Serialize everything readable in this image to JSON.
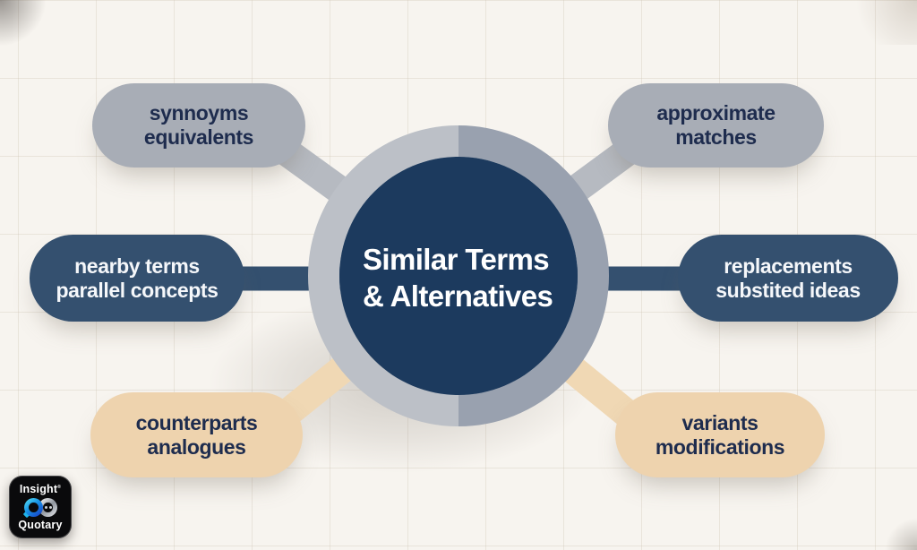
{
  "background": {
    "color": "#f7f4ef",
    "grid_line_color": "#e6e0d6"
  },
  "center": {
    "line1": "Similar Terms",
    "line2": "& Alternatives",
    "circle_color": "#1c3a5e",
    "ring_left_color": "#bcc0c7",
    "ring_right_color": "#99a1af",
    "text_color": "#ffffff"
  },
  "nodes": [
    {
      "id": "top-left",
      "lines": [
        "synnoyms",
        "equivalents"
      ],
      "fill": "#a8adb6",
      "text_color": "#1e2c4e",
      "connector_color": "#b6bac1"
    },
    {
      "id": "top-right",
      "lines": [
        "approximate",
        "matches"
      ],
      "fill": "#a8adb6",
      "text_color": "#1e2c4e",
      "connector_color": "#b6bac1"
    },
    {
      "id": "middle-left",
      "lines": [
        "nearby terms",
        "parallel concepts"
      ],
      "fill": "#34506f",
      "text_color": "#f5f7fa",
      "connector_color": "#34506f"
    },
    {
      "id": "middle-right",
      "lines": [
        "replacements",
        "substited ideas"
      ],
      "fill": "#34506f",
      "text_color": "#f5f7fa",
      "connector_color": "#34506f"
    },
    {
      "id": "bottom-left",
      "lines": [
        "counterparts",
        "analogues"
      ],
      "fill": "#eed3ae",
      "text_color": "#1e2c4e",
      "connector_color": "#f0d8b4"
    },
    {
      "id": "bottom-right",
      "lines": [
        "variants",
        "modifications"
      ],
      "fill": "#eed3ae",
      "text_color": "#1e2c4e",
      "connector_color": "#f0d8b4"
    }
  ],
  "logo": {
    "line1": "Insight",
    "mark": "®",
    "line2": "Quotary",
    "bg_color": "#0a0a0c",
    "accent_blue": "#1793e6",
    "accent_silver": "#d9dbde"
  }
}
